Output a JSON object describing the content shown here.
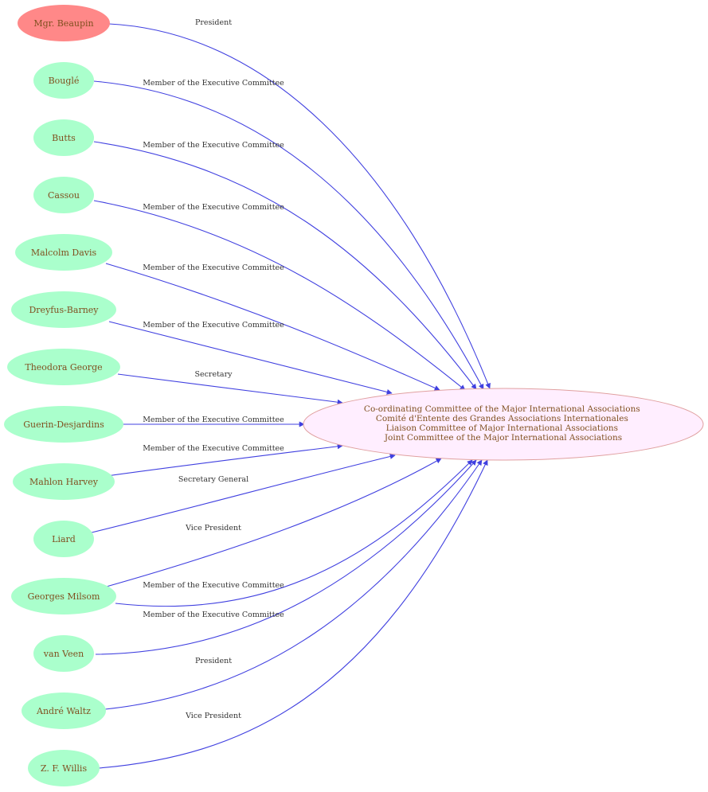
{
  "colors": {
    "edge": "#4040e0",
    "person_fill": "#aaffcc",
    "highlight_fill": "#ff8888",
    "target_fill": "#ffeeff",
    "target_stroke": "#e0a0a0",
    "node_text": "#805020"
  },
  "target": {
    "lines": [
      "Co-ordinating Committee of the Major International Associations",
      "Comité d'Entente des Grandes Associations Internationales",
      "Liaison Committee of Major International Associations",
      "Joint Committee of the Major International Associations"
    ]
  },
  "people": [
    {
      "name": "Mgr. Beaupin",
      "role": "President",
      "highlight": true
    },
    {
      "name": "Bouglé",
      "role": "Member of the Executive Committee"
    },
    {
      "name": "Butts",
      "role": "Member of the Executive Committee"
    },
    {
      "name": "Cassou",
      "role": "Member of the Executive Committee"
    },
    {
      "name": "Malcolm Davis",
      "role": "Member of the Executive Committee"
    },
    {
      "name": "Dreyfus-Barney",
      "role": "Member of the Executive Committee"
    },
    {
      "name": "Theodora George",
      "role": "Secretary"
    },
    {
      "name": "Guerin-Desjardins",
      "role": "Member of the Executive Committee"
    },
    {
      "name": "Mahlon Harvey",
      "role": "Member of the Executive Committee"
    },
    {
      "name": "Liard",
      "role": "Secretary General"
    },
    {
      "name": "Georges Milsom",
      "role": "Vice President"
    },
    {
      "name": "Georges Milsom",
      "role": "Member of the Executive Committee"
    },
    {
      "name": "van Veen",
      "role": "Member of the Executive Committee"
    },
    {
      "name": "André Waltz",
      "role": "President"
    },
    {
      "name": "Z. F. Willis",
      "role": "Vice President"
    }
  ]
}
